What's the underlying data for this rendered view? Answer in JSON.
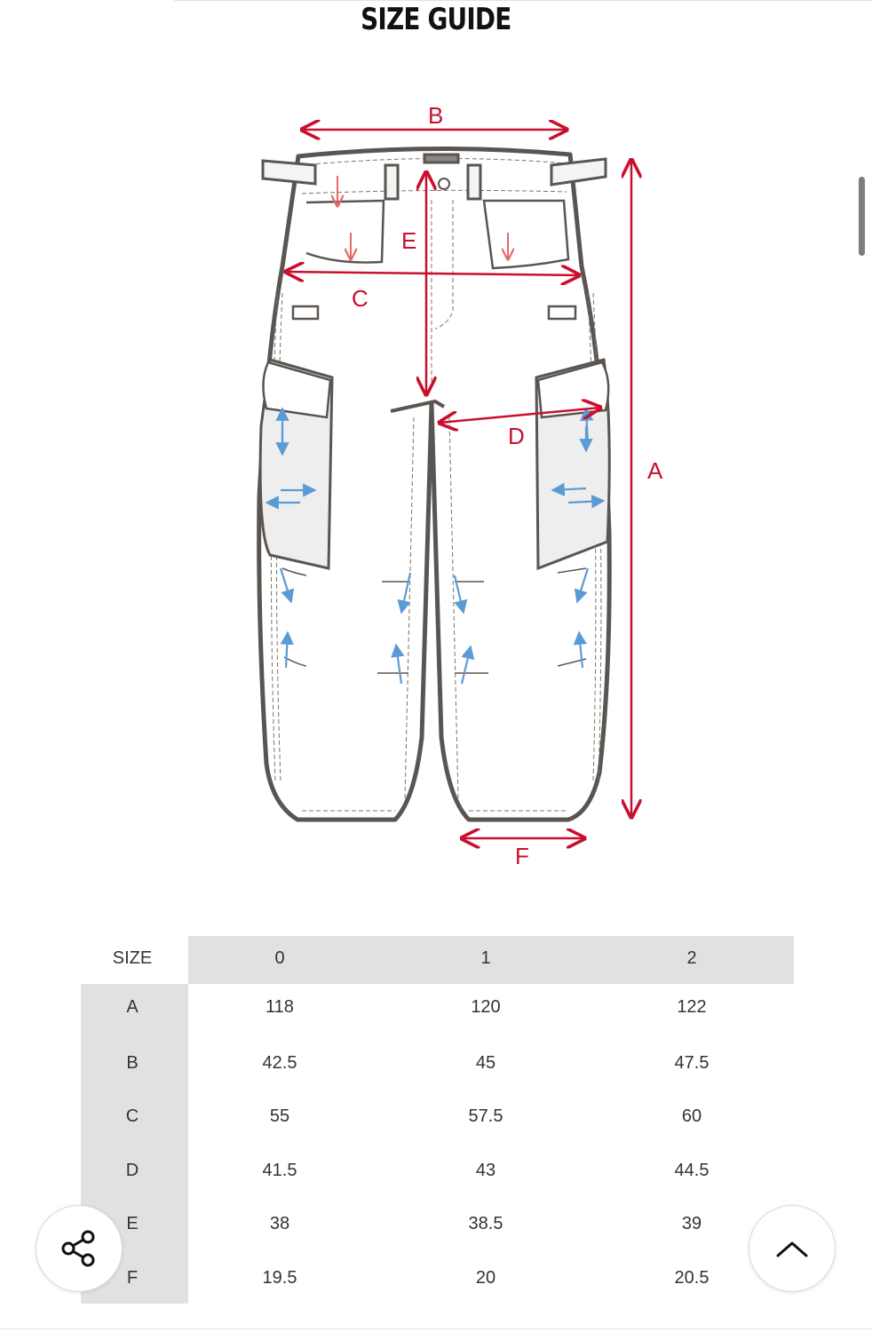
{
  "title": "SIZE GUIDE",
  "diagram": {
    "labels": {
      "a": "A",
      "b": "B",
      "c": "C",
      "d": "D",
      "e": "E",
      "f": "F"
    },
    "colors": {
      "measure": "#c8102e",
      "stretch": "#5b9bd5",
      "outline": "#5a5550",
      "pocket_fill": "#eeeeee"
    }
  },
  "table": {
    "corner": "SIZE",
    "sizes": [
      "0",
      "1",
      "2"
    ],
    "rows": [
      {
        "label": "A",
        "values": [
          "118",
          "120",
          "122"
        ]
      },
      {
        "label": "B",
        "values": [
          "42.5",
          "45",
          "47.5"
        ]
      },
      {
        "label": "C",
        "values": [
          "55",
          "57.5",
          "60"
        ]
      },
      {
        "label": "D",
        "values": [
          "41.5",
          "43",
          "44.5"
        ]
      },
      {
        "label": "E",
        "values": [
          "38",
          "38.5",
          "39"
        ]
      },
      {
        "label": "F",
        "values": [
          "19.5",
          "20",
          "20.5"
        ]
      }
    ],
    "header_bg": "#e1e1e1"
  },
  "buttons": {
    "share_icon": "share-icon",
    "top_icon": "chevron-up-icon"
  }
}
